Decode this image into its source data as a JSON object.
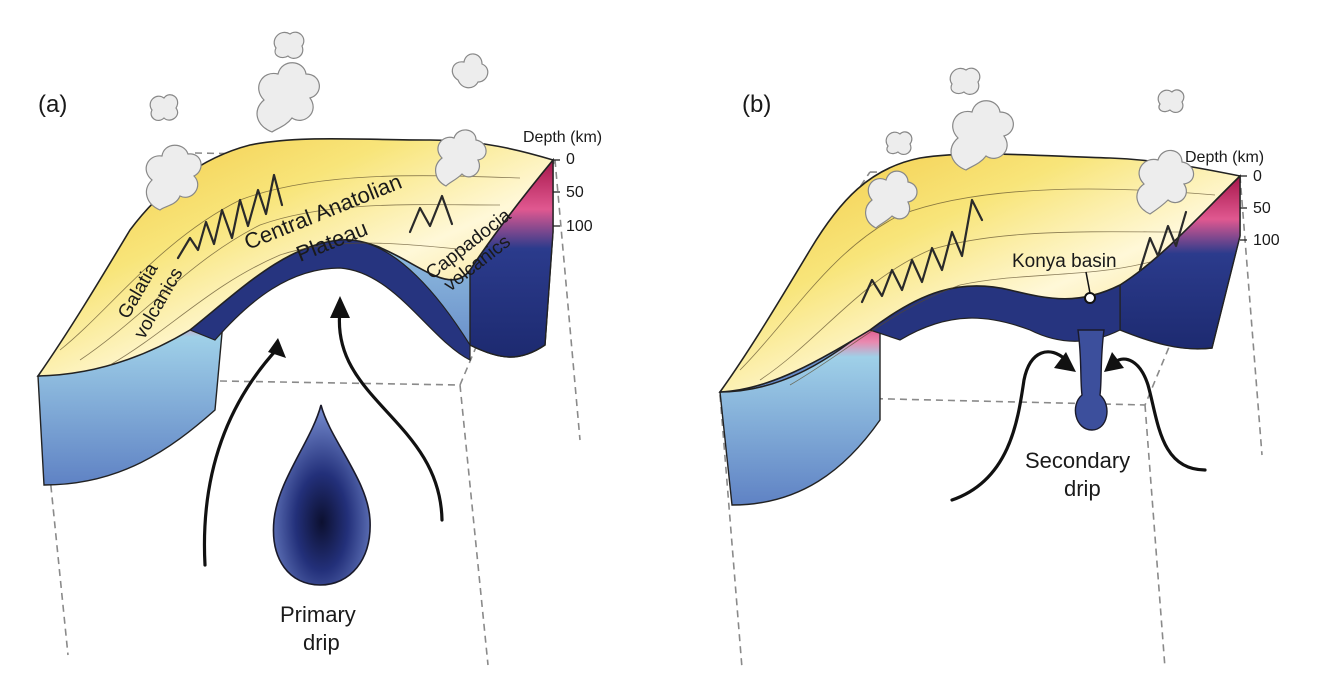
{
  "panels": [
    {
      "label": "(a)",
      "region_labels": [
        "Central Anatolian",
        "Plateau"
      ],
      "left_label": [
        "Galatia",
        "volcanics"
      ],
      "right_label": [
        "Cappadocia",
        "volcanics"
      ],
      "drip_label": [
        "Primary",
        "drip"
      ]
    },
    {
      "label": "(b)",
      "basin_label": "Konya basin",
      "drip_label": [
        "Secondary",
        "drip"
      ]
    }
  ],
  "depth_scale": {
    "title": "Depth (km)",
    "ticks": [
      "0",
      "50",
      "100"
    ]
  },
  "colors": {
    "crust": "#f7e26a",
    "lower_crust": "#e0608f",
    "mantle_lithosphere": "#2a3a8a",
    "asthenosphere": "#9fd0e8",
    "drip": "#3a4c9a"
  }
}
